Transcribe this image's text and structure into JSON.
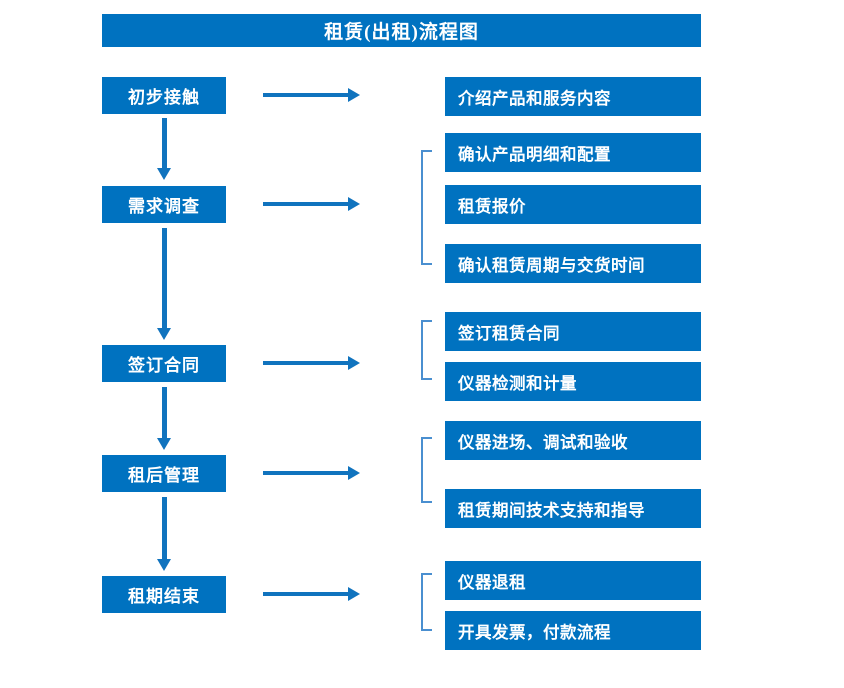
{
  "header": {
    "title": "租赁(出租)流程图"
  },
  "colors": {
    "box_blue": "#0072C0",
    "arrow_blue": "#1073BE",
    "bracket_blue": "#4A8FD0",
    "text_white": "#FFFFFF",
    "background": "#FFFFFF"
  },
  "flow": {
    "stages": [
      {
        "label": "初步接触"
      },
      {
        "label": "需求调查"
      },
      {
        "label": "签订合同"
      },
      {
        "label": "租后管理"
      },
      {
        "label": "租期结束"
      }
    ],
    "tasks": [
      {
        "label": "介绍产品和服务内容"
      },
      {
        "label": "确认产品明细和配置"
      },
      {
        "label": "租赁报价"
      },
      {
        "label": "确认租赁周期与交货时间"
      },
      {
        "label": "签订租赁合同"
      },
      {
        "label": "仪器检测和计量"
      },
      {
        "label": "仪器进场、调试和验收"
      },
      {
        "label": "租赁期间技术支持和指导"
      },
      {
        "label": "仪器退租"
      },
      {
        "label": "开具发票，付款流程"
      }
    ]
  }
}
